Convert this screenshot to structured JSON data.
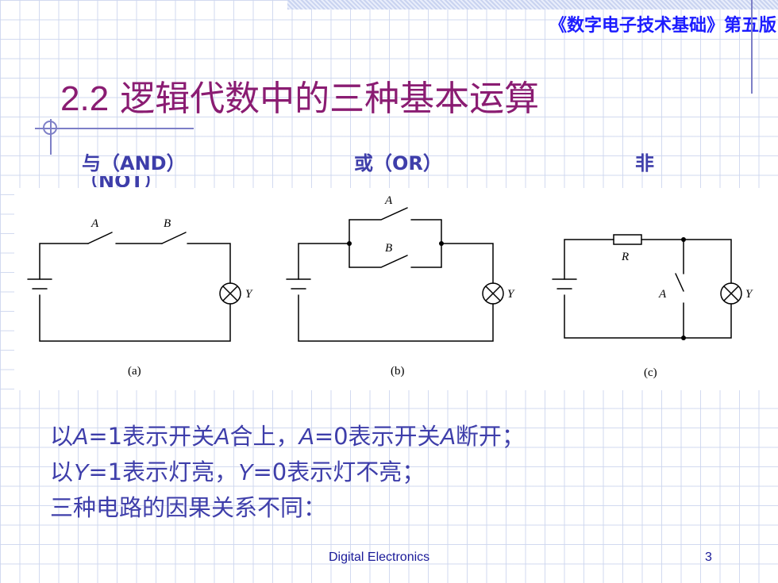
{
  "header": {
    "book_title": "《数字电子技术基础》第五版"
  },
  "slide": {
    "number": "2.2",
    "title": "逻辑代数中的三种基本运算",
    "labels": {
      "and": "与（AND）",
      "or": "或（OR）",
      "not": "非",
      "not_wrapped": "（NOT）"
    }
  },
  "circuits": {
    "a": {
      "caption": "(a)",
      "switch_a": "A",
      "switch_b": "B",
      "lamp": "Y"
    },
    "b": {
      "caption": "(b)",
      "switch_a": "A",
      "switch_b": "B",
      "lamp": "Y"
    },
    "c": {
      "caption": "(c)",
      "resistor": "R",
      "switch_a": "A",
      "lamp": "Y"
    }
  },
  "body": {
    "line1": {
      "p1": "以",
      "v1": "A",
      "p2": "=1表示开关",
      "v2": "A",
      "p3": "合上，",
      "v3": "A",
      "p4": "=0表示开关",
      "v4": "A",
      "p5": "断开；"
    },
    "line2": {
      "p1": "以",
      "v1": "Y",
      "p2": "=1表示灯亮，",
      "v2": "Y",
      "p3": "=0表示灯不亮；"
    },
    "line3": "三种电路的因果关系不同："
  },
  "footer": {
    "text": "Digital Electronics",
    "page": "3"
  }
}
